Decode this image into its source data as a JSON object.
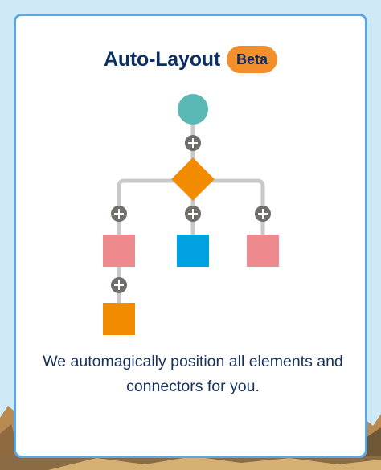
{
  "card": {
    "title": "Auto-Layout",
    "badge": "Beta",
    "caption_line1": "We automagically position all elements and",
    "caption_line2": "connectors for you."
  },
  "diagram": {
    "nodes": [
      {
        "name": "start-node",
        "shape": "circle",
        "color": "#5ab8b4"
      },
      {
        "name": "decision-node",
        "shape": "diamond",
        "color": "#f28b00"
      },
      {
        "name": "left-element",
        "shape": "square",
        "color": "#ec8a8e"
      },
      {
        "name": "center-element",
        "shape": "square",
        "color": "#00a1e0"
      },
      {
        "name": "right-element",
        "shape": "square",
        "color": "#ec8a8e"
      },
      {
        "name": "bottom-element",
        "shape": "square",
        "color": "#f28b00"
      }
    ],
    "add_buttons": [
      "add-after-start",
      "add-left-branch",
      "add-center-branch",
      "add-right-branch",
      "add-after-left-element"
    ],
    "connector_color": "#c9c9c9",
    "add_button_color": "#706e6b",
    "add_icon": "plus-icon"
  },
  "colors": {
    "card_border": "#5aa7e6",
    "title": "#0b2f63",
    "badge_bg": "#f28f2b"
  }
}
